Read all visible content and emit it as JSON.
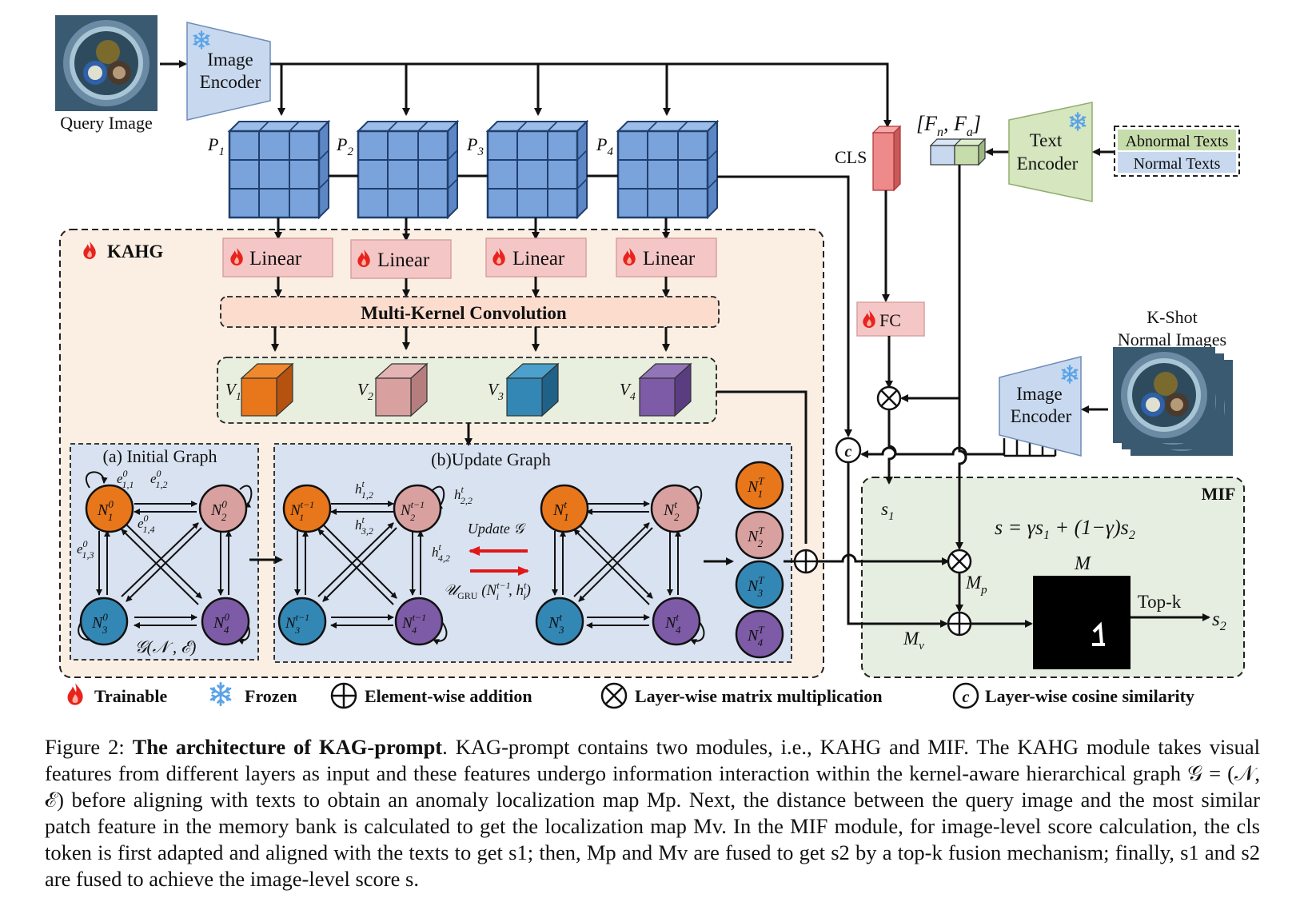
{
  "figure": {
    "query_image_label": "Query Image",
    "image_encoder_label": [
      "Image",
      "Encoder"
    ],
    "text_encoder_label": [
      "Text",
      "Encoder"
    ],
    "patch_labels": [
      "P1",
      "P2",
      "P3",
      "P4"
    ],
    "cls_label": "CLS",
    "fn_fa_label": "[Fn, Fa]",
    "abnormal_texts": "Abnormal Texts",
    "normal_texts": "Normal Texts",
    "kahg_label": "KAHG",
    "linear_label": "Linear",
    "mkc_label": "Multi-Kernel Convolution",
    "v_labels": [
      "V1",
      "V2",
      "V3",
      "V4"
    ],
    "fc_label": "FC",
    "kshot_label": [
      "K-Shot",
      "Normal Images"
    ],
    "initial_graph_label": "(a) Initial Graph",
    "update_graph_label": "(b)Update Graph",
    "update_g_label": "Update 𝒢",
    "ugru_label": "𝒰GRU (N_i^(t−1), h_i^t)",
    "graph_notation": "𝒢(𝒩 , ℰ)",
    "mif_label": "MIF",
    "formula": "s = γs1 + (1−γ)s2",
    "m_label": "M",
    "mp_label": "Mp",
    "mv_label": "Mv",
    "s1_label": "s1",
    "s2_label": "s2",
    "topk_label": "Top-k",
    "legend": {
      "trainable": "Trainable",
      "frozen": "Frozen",
      "addition": "Element-wise addition",
      "matmul": "Layer-wise matrix multiplication",
      "cosine": "Layer-wise cosine similarity"
    },
    "colors": {
      "node_orange": "#e8761a",
      "node_pink": "#d9a0a0",
      "node_blue": "#3387b5",
      "node_purple": "#7d5ba6",
      "patch_blue": "#7aa3dc",
      "encoder_blue": "#c8d9ef",
      "text_encoder_green": "#d6e6bf",
      "kahg_bg": "#fbefe3",
      "mif_bg": "#e6eee1",
      "linear_pink": "#f5c6c6",
      "cls_red": "#ef8a8a"
    }
  },
  "caption": {
    "prefix": "Figure 2: ",
    "title": "The architecture of KAG-prompt",
    "text": ". KAG-prompt contains two modules, i.e., KAHG and MIF. The KAHG module takes visual features from different layers as input and these features undergo information interaction within the kernel-aware hierarchical graph 𝒢 = (𝒩, ℰ) before aligning with texts to obtain an anomaly localization map Mp. Next, the distance between the query image and the most similar patch feature in the memory bank is calculated to get the localization map Mv. In the MIF module, for image-level score calculation, the cls token is first adapted and aligned with the texts to get s1; then, Mp and Mv are fused to get s2 by a top-k fusion mechanism; finally, s1 and s2 are fused to achieve the image-level score s."
  }
}
